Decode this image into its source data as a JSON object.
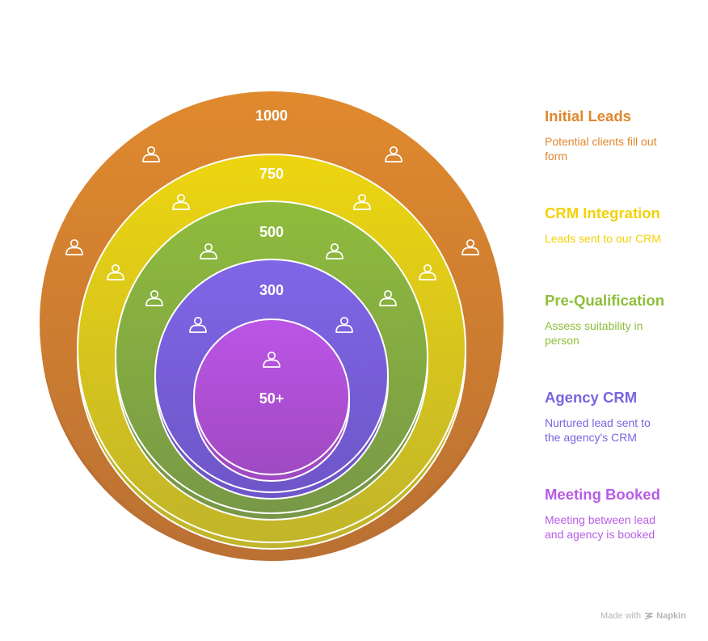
{
  "stages": [
    {
      "id": "initial-leads",
      "count": "1000",
      "title": "Initial Leads",
      "description": "Potential clients fill out form",
      "color": "#E08A2E",
      "color_dark": "#BB7133"
    },
    {
      "id": "crm-integration",
      "count": "750",
      "title": "CRM Integration",
      "description": "Leads sent to our CRM",
      "color": "#EDD510",
      "color_dark": "#C1B52A"
    },
    {
      "id": "pre-qualification",
      "count": "500",
      "title": "Pre-Qualification",
      "description": "Assess suitability in person",
      "color": "#8FBC3C",
      "color_dark": "#789847"
    },
    {
      "id": "agency-crm",
      "count": "300",
      "title": "Agency CRM",
      "description": "Nurtured lead sent to the agency's CRM",
      "color": "#7F66E6",
      "color_dark": "#6E56C9"
    },
    {
      "id": "meeting-booked",
      "count": "50+",
      "title": "Meeting Booked",
      "description": "Meeting between lead and agency is booked",
      "color": "#BB55E6",
      "color_dark": "#A049C2"
    }
  ],
  "legend_colors": [
    "#E0872D",
    "#F2D20A",
    "#8EBE3A",
    "#7B63E0",
    "#B85CE6"
  ],
  "icons": {
    "person": "person-icon",
    "logo": "napkin-logo-icon"
  },
  "watermark": {
    "prefix": "Made with",
    "brand": "Napkin"
  }
}
